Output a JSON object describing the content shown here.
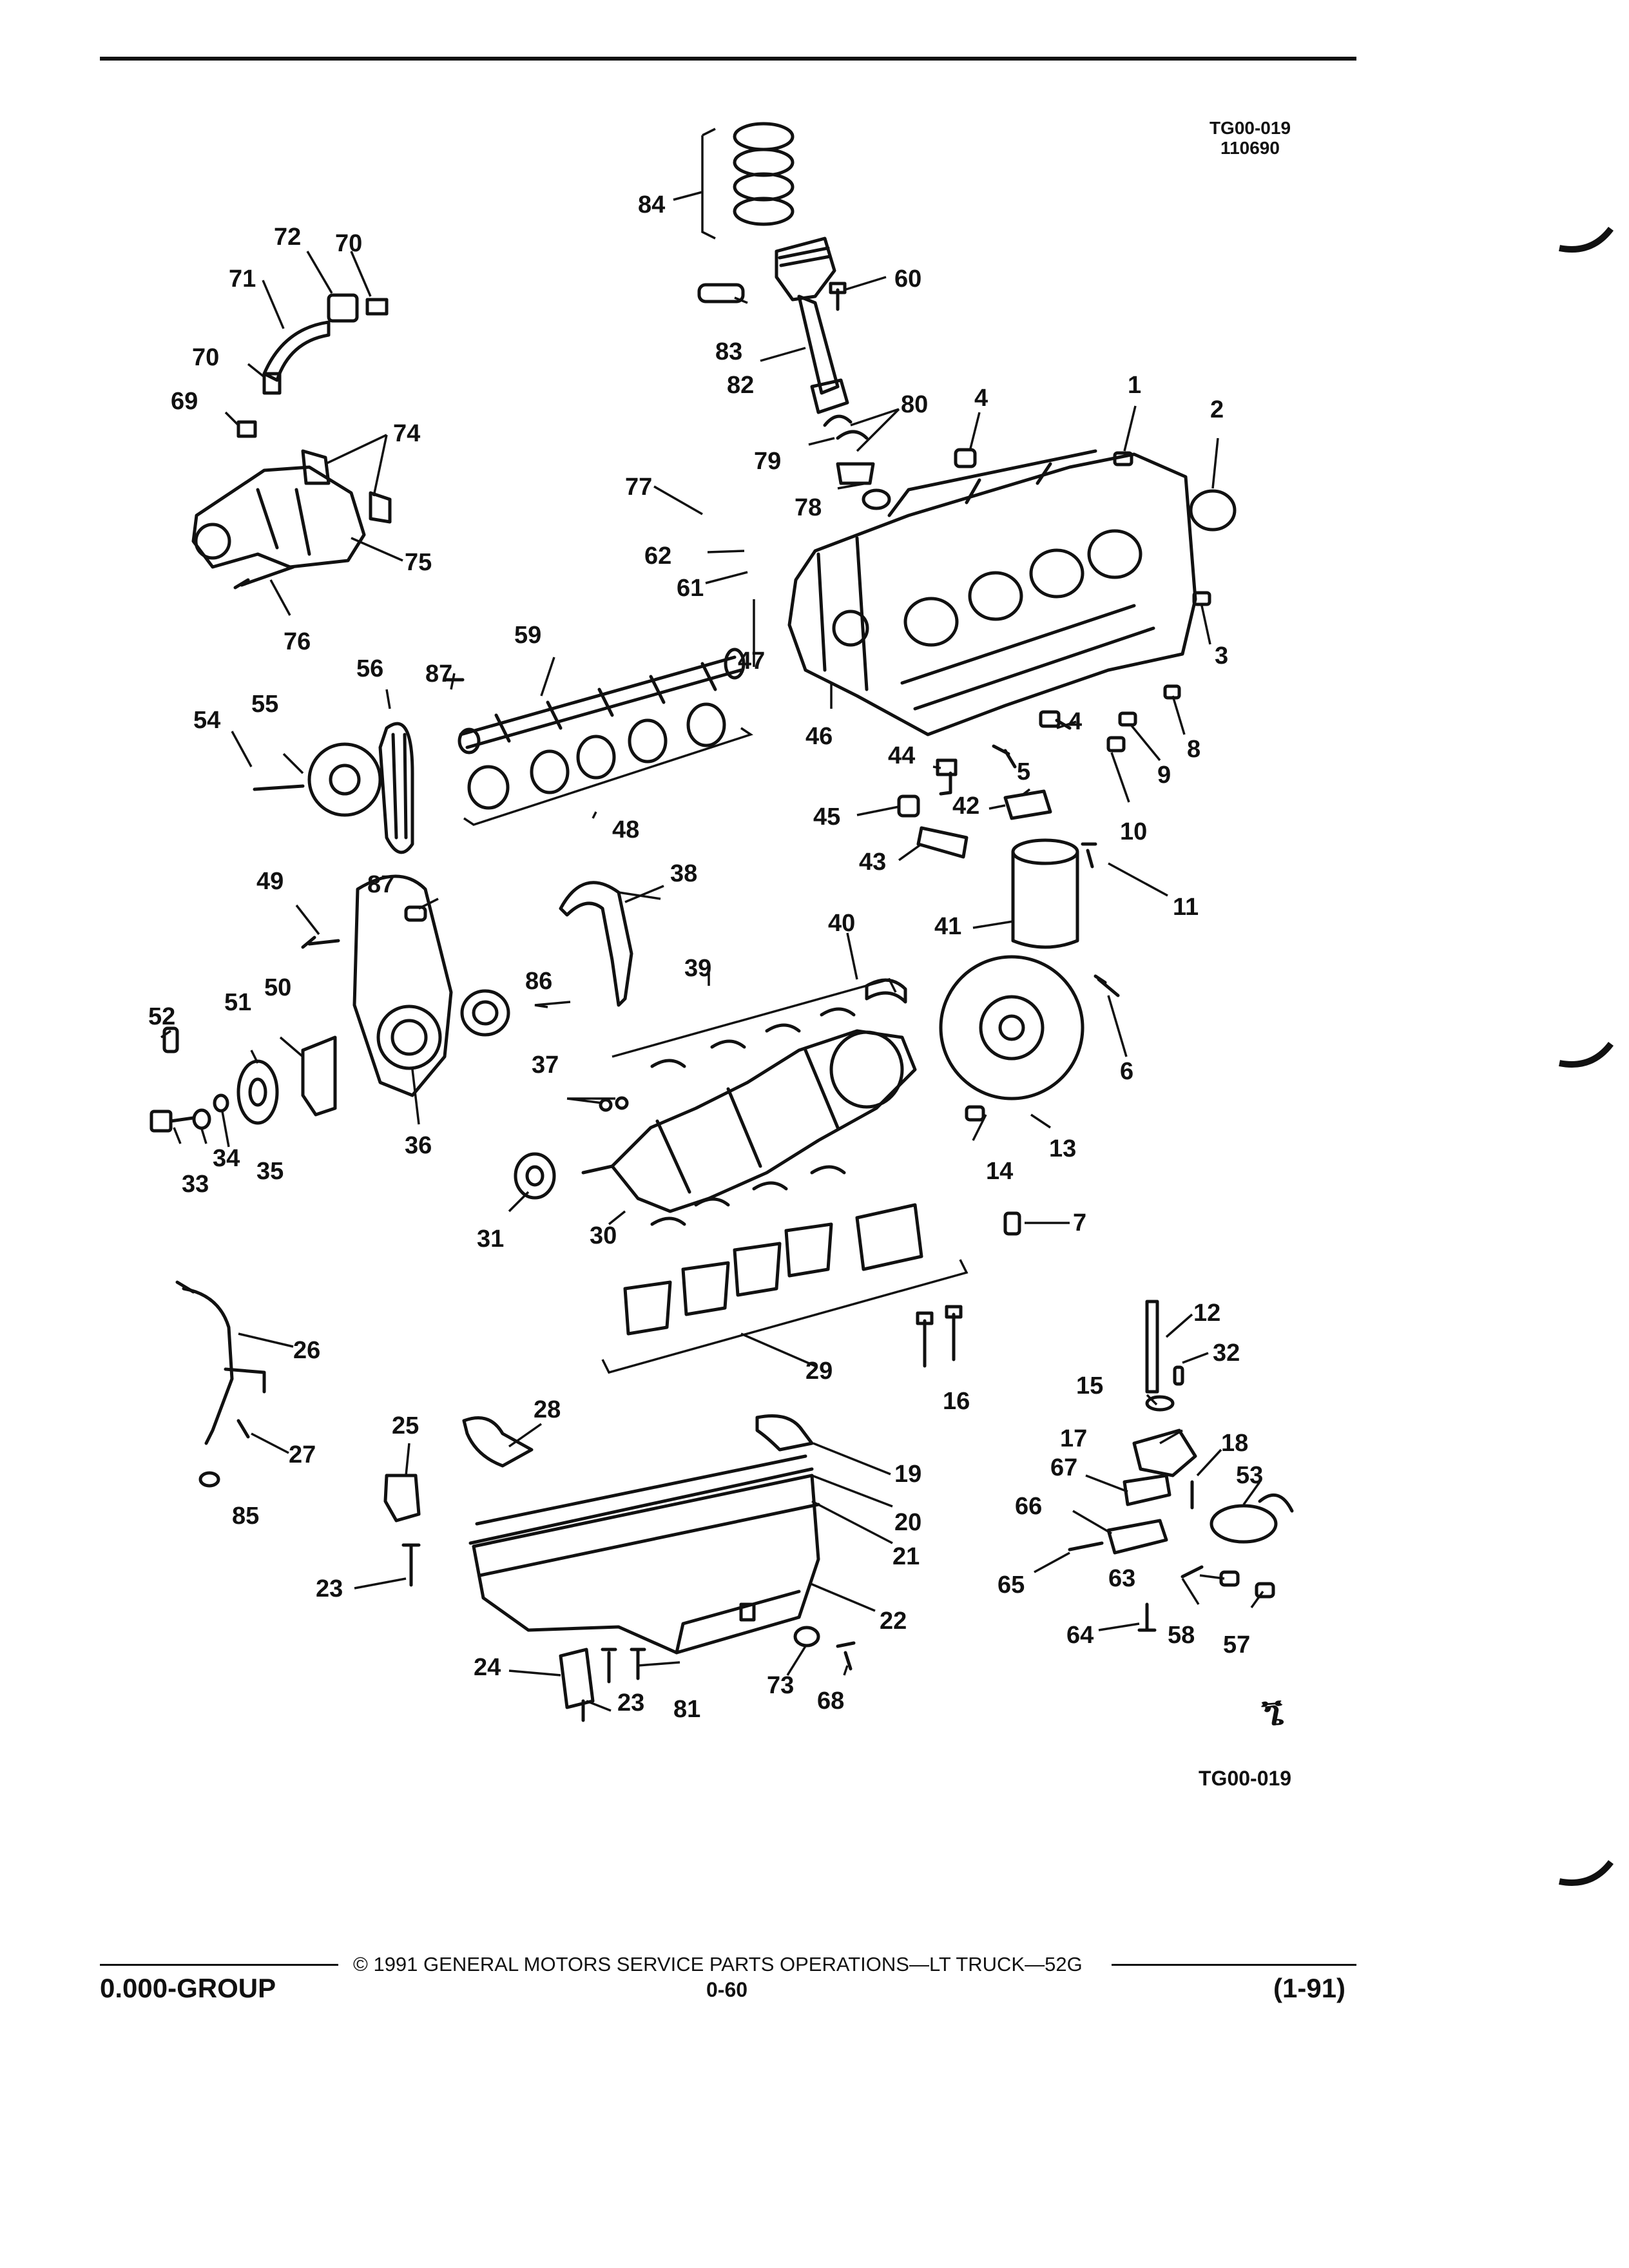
{
  "figure": {
    "code_top": "TG00-019",
    "date_code": "110690",
    "code_bottom": "TG00-019",
    "gm_mark": "ጜ"
  },
  "footer": {
    "copyright": "© 1991 GENERAL MOTORS SERVICE PARTS OPERATIONS—LT TRUCK—52G",
    "group": "0.000-GROUP",
    "page_number": "0-60",
    "revision": "(1-91)"
  },
  "callouts": {
    "c1": "1",
    "c2": "2",
    "c3": "3",
    "c4a": "4",
    "c4b": "4",
    "c5": "5",
    "c6": "6",
    "c7": "7",
    "c8": "8",
    "c9": "9",
    "c10": "10",
    "c11": "11",
    "c12": "12",
    "c13": "13",
    "c14": "14",
    "c15": "15",
    "c16": "16",
    "c17": "17",
    "c18": "18",
    "c19": "19",
    "c20": "20",
    "c21": "21",
    "c22": "22",
    "c23a": "23",
    "c23b": "23",
    "c24": "24",
    "c25": "25",
    "c26": "26",
    "c27": "27",
    "c28": "28",
    "c29": "29",
    "c30": "30",
    "c31": "31",
    "c32": "32",
    "c33": "33",
    "c34": "34",
    "c35": "35",
    "c36": "36",
    "c37": "37",
    "c38": "38",
    "c39": "39",
    "c40": "40",
    "c41": "41",
    "c42": "42",
    "c43": "43",
    "c44": "44",
    "c45": "45",
    "c46": "46",
    "c47": "47",
    "c48": "48",
    "c49": "49",
    "c50": "50",
    "c51": "51",
    "c52": "52",
    "c53": "53",
    "c54": "54",
    "c55": "55",
    "c56": "56",
    "c57": "57",
    "c58": "58",
    "c59": "59",
    "c60": "60",
    "c61": "61",
    "c62": "62",
    "c63": "63",
    "c64": "64",
    "c65": "65",
    "c66": "66",
    "c67": "67",
    "c68": "68",
    "c69": "69",
    "c70a": "70",
    "c70b": "70",
    "c71": "71",
    "c72": "72",
    "c73": "73",
    "c74": "74",
    "c75": "75",
    "c76": "76",
    "c77": "77",
    "c78": "78",
    "c79": "79",
    "c80": "80",
    "c81": "81",
    "c82": "82",
    "c83": "83",
    "c84": "84",
    "c85": "85",
    "c86": "86",
    "c87a": "87",
    "c87b": "87"
  }
}
